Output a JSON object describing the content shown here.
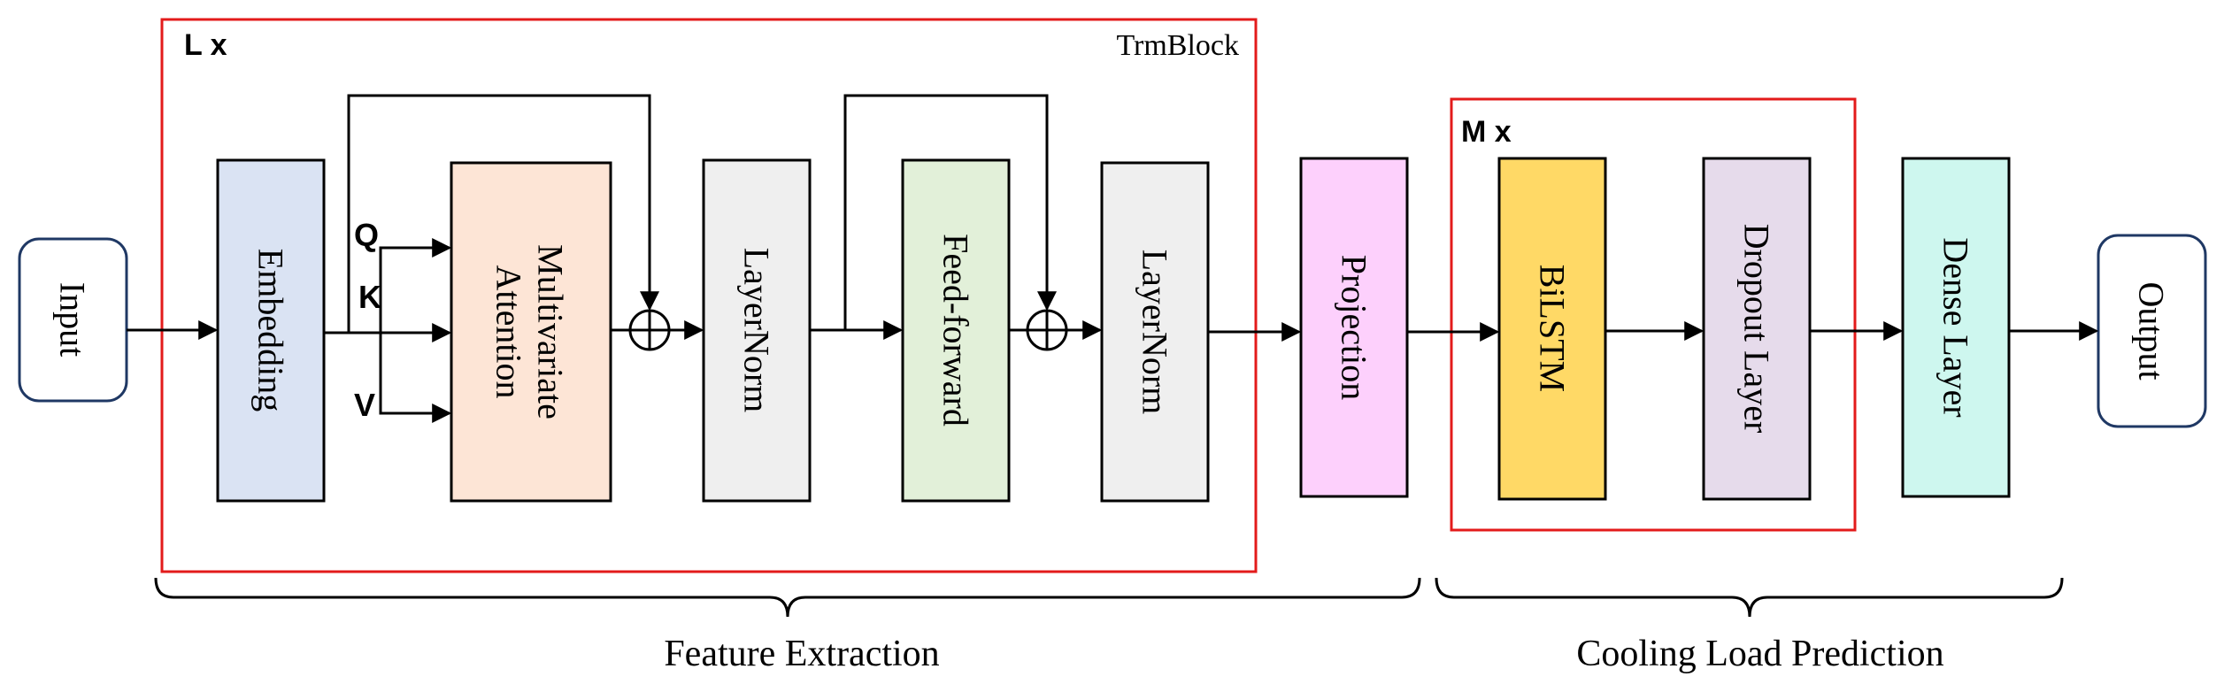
{
  "blocks": {
    "input": "Input",
    "embedding": "Embedding",
    "attention_line1": "Multivariate",
    "attention_line2": "Attention",
    "layernorm1": "LayerNorm",
    "feedforward": "Feed-forward",
    "layernorm2": "LayerNorm",
    "projection": "Projection",
    "bilstm": "BiLSTM",
    "dropout": "Dropout Layer",
    "dense": "Dense Layer",
    "output": "Output"
  },
  "inputs_qkv": {
    "q": "Q",
    "k": "K",
    "v": "V"
  },
  "groups": {
    "trm_repeat": "L x",
    "trm_title": "TrmBlock",
    "lstm_repeat": "M x"
  },
  "braces": {
    "feature": "Feature Extraction",
    "prediction": "Cooling Load Prediction"
  },
  "colors": {
    "embedding": "#dae3f3",
    "attention": "#fde5d6",
    "layernorm": "#efefef",
    "feedforward": "#e2f0d9",
    "projection": "#fdd0fc",
    "bilstm": "#ffd966",
    "dropout": "#e6dbeb",
    "dense": "#cef7ef",
    "group_border": "#e31b1b",
    "terminal_border": "#1f3864"
  }
}
